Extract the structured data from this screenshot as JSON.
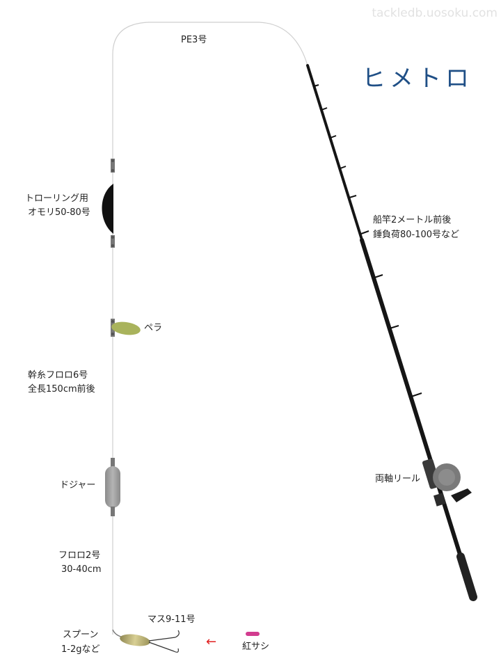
{
  "watermark": "tackledb.uosoku.com",
  "title": "ヒメトロ",
  "labels": {
    "mainline": "PE3号",
    "sinker_1": "トローリング用",
    "sinker_2": "オモリ50-80号",
    "blade": "ペラ",
    "leader_1": "幹糸フロロ6号",
    "leader_2": "全長150cm前後",
    "dodger": "ドジャー",
    "fluoro_1": "フロロ2号",
    "fluoro_2": "30-40cm",
    "hook": "マス9-11号",
    "spoon_1": "スプーン",
    "spoon_2": "1-2gなど",
    "bait": "紅サシ",
    "arrow": "←",
    "rod_1": "船竿2メートル前後",
    "rod_2": "錘負荷80-100号など",
    "reel": "両軸リール"
  },
  "icons": {
    "sinker": "trolling-sinker-icon",
    "blade": "blade-icon",
    "dodger": "dodger-icon",
    "spoon": "spoon-icon",
    "hooks": "hook-icon",
    "bait": "red-maggot-icon",
    "rod": "rod-icon",
    "reel": "reel-icon",
    "swivel": "swivel-icon"
  },
  "colors": {
    "title": "#1f4f86",
    "line": "#c8c8c8",
    "sinker": "#111111",
    "blade": "#a9b35c",
    "dodger": "#9a9a9a",
    "spoon": "#b8ad6a",
    "bait": "#d23c8f",
    "arrow": "#e02020",
    "rod": "#151515",
    "reel": "#6d6d6d"
  }
}
